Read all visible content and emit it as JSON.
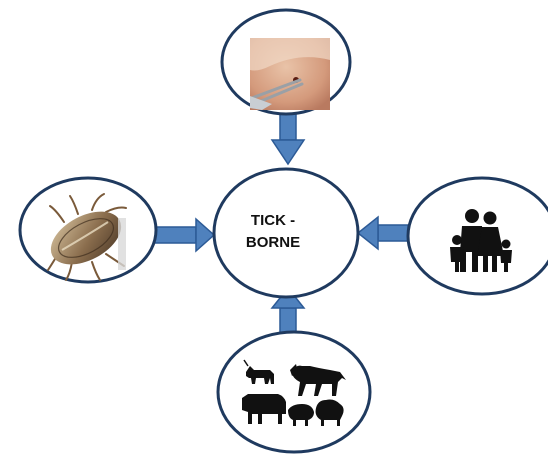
{
  "center": {
    "line1": "TICK -",
    "line2": "BORNE"
  },
  "nodes": [
    {
      "id": "tick-bite-photo",
      "icon": "tick-bite-photo-icon"
    },
    {
      "id": "tick",
      "icon": "tick-icon"
    },
    {
      "id": "family",
      "icon": "family-icon"
    },
    {
      "id": "animals",
      "icon": "livestock-animals-icon"
    }
  ],
  "colors": {
    "arrow": "#4f81bd",
    "arrow_stroke": "#2c5a96",
    "outline": "#1f3a5f",
    "silhouette": "#111111"
  }
}
